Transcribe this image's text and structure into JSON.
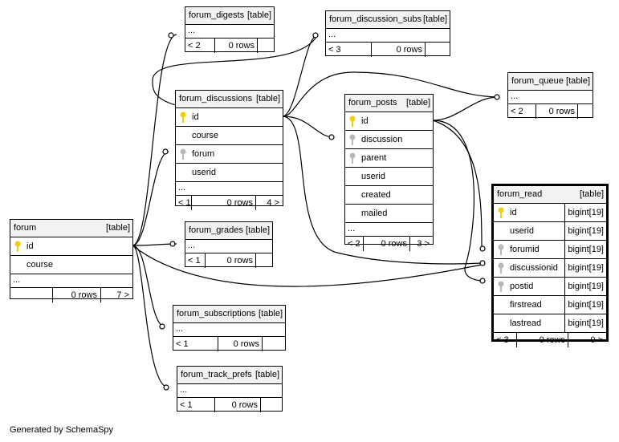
{
  "footer_text": "Generated by SchemaSpy",
  "tables": {
    "forum": {
      "name": "forum",
      "tag": "[table]",
      "cols": [
        "id",
        "course"
      ],
      "more": "...",
      "rows_left": "",
      "rows": "0 rows",
      "rows_right": "7 >"
    },
    "forum_digests": {
      "name": "forum_digests",
      "tag": "[table]",
      "more": "...",
      "left": "< 2",
      "rows": "0 rows"
    },
    "forum_discussion_subs": {
      "name": "forum_discussion_subs",
      "tag": "[table]",
      "more": "...",
      "left": "< 3",
      "rows": "0 rows"
    },
    "forum_discussions": {
      "name": "forum_discussions",
      "tag": "[table]",
      "cols": [
        "id",
        "course",
        "forum",
        "userid"
      ],
      "more": "...",
      "left": "< 1",
      "rows": "0 rows",
      "right": "4 >"
    },
    "forum_posts": {
      "name": "forum_posts",
      "tag": "[table]",
      "cols": [
        "id",
        "discussion",
        "parent",
        "userid",
        "created",
        "mailed"
      ],
      "more": "...",
      "left": "< 2",
      "rows": "0 rows",
      "right": "3 >"
    },
    "forum_queue": {
      "name": "forum_queue",
      "tag": "[table]",
      "more": "...",
      "left": "< 2",
      "rows": "0 rows"
    },
    "forum_grades": {
      "name": "forum_grades",
      "tag": "[table]",
      "more": "...",
      "left": "< 1",
      "rows": "0 rows"
    },
    "forum_subscriptions": {
      "name": "forum_subscriptions",
      "tag": "[table]",
      "more": "...",
      "left": "< 1",
      "rows": "0 rows"
    },
    "forum_track_prefs": {
      "name": "forum_track_prefs",
      "tag": "[table]",
      "more": "...",
      "left": "< 1",
      "rows": "0 rows"
    },
    "forum_read": {
      "name": "forum_read",
      "tag": "[table]",
      "cols": [
        "id",
        "userid",
        "forumid",
        "discussionid",
        "postid",
        "firstread",
        "lastread"
      ],
      "types": [
        "bigint[19]",
        "bigint[19]",
        "bigint[19]",
        "bigint[19]",
        "bigint[19]",
        "bigint[19]",
        "bigint[19]"
      ],
      "left": "< 3",
      "rows": "0 rows",
      "right": "0 >"
    }
  },
  "colors": {
    "primary_key": "#f2d000",
    "foreign_key": "#b8b8b8",
    "header_bg": "#f2f2f2"
  }
}
